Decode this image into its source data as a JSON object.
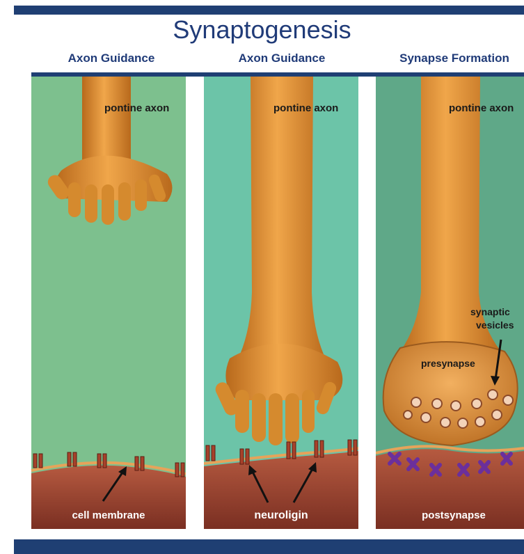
{
  "title": "Synaptogenesis",
  "panels": [
    {
      "heading": "Axon Guidance",
      "axon_label": "pontine axon",
      "bottom_label": "cell membrane"
    },
    {
      "heading": "Axon Guidance",
      "axon_label": "pontine axon",
      "bottom_label": "neuroligin"
    },
    {
      "heading": "Synapse Formation",
      "axon_label": "pontine axon",
      "bottom_label": "postsynapse",
      "vesicle_label_1": "synaptic",
      "vesicle_label_2": "vesicles",
      "presynapse_label": "presynapse"
    }
  ],
  "colors": {
    "navy": "#1f3f73",
    "bg_panel_1": "#7dc08e",
    "bg_panel_2": "#6cc4a8",
    "bg_panel_3": "#5fa888",
    "axon": "#d58a2e",
    "membrane": "#a04a35",
    "receptor": "#6b2f9c"
  }
}
